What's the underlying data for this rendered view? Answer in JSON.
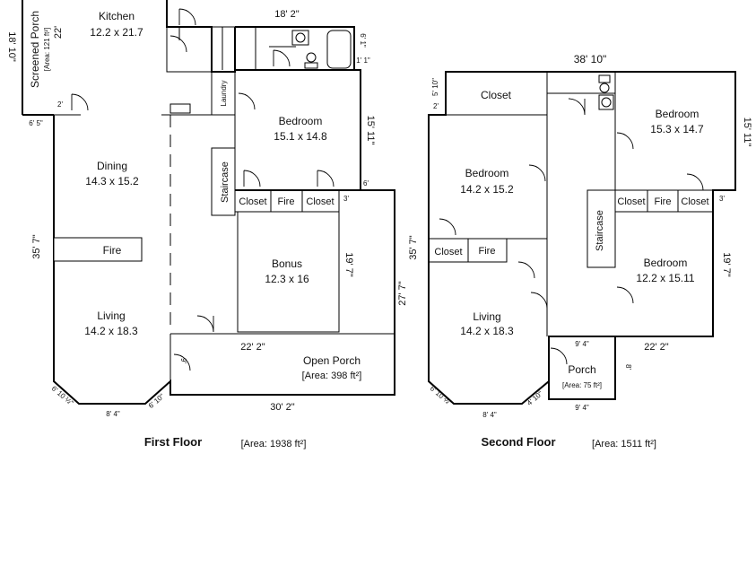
{
  "first_floor": {
    "caption": "First Floor",
    "area": "[Area: 1938 ft²]",
    "rooms": {
      "kitchen": {
        "name": "Kitchen",
        "size": "12.2 x 21.7"
      },
      "bedroom": {
        "name": "Bedroom",
        "size": "15.1 x 14.8"
      },
      "dining": {
        "name": "Dining",
        "size": "14.3 x 15.2"
      },
      "bonus": {
        "name": "Bonus",
        "size": "12.3 x 16"
      },
      "living": {
        "name": "Living",
        "size": "14.2 x 18.3"
      },
      "fire": "Fire",
      "fire2": "Fire",
      "closet_a": "Closet",
      "closet_b": "Closet",
      "staircase": "Staircase",
      "laundry": "Laundry"
    },
    "screened_porch": {
      "name": "Screened Porch",
      "area": "[Area: 121 ft²]"
    },
    "open_porch": {
      "name": "Open Porch",
      "area": "[Area: 398 ft²]"
    },
    "dims": {
      "top": "18' 2\"",
      "d_22": "22'",
      "d_18_10": "18' 10\"",
      "d_6_1": "6' 1\"",
      "d_1_1": "1' 1\"",
      "d_2": "2'",
      "d_6_5": "6' 5\"",
      "d_15_11": "15' 11\"",
      "d_6": "6'",
      "d_3": "3'",
      "d_35_7": "35' 7\"",
      "d_19_7": "19' 7\"",
      "d_27_7": "27' 7\"",
      "d_22_2": "22' 2\"",
      "d_9": "9'",
      "d_30_2": "30' 2\"",
      "d_6_10a": "6' 10 ½\"",
      "d_8_4": "8' 4\"",
      "d_6_10b": "6' 10\""
    }
  },
  "second_floor": {
    "caption": "Second Floor",
    "area": "[Area: 1511 ft²]",
    "rooms": {
      "closet_top": "Closet",
      "bedroom_ne": {
        "name": "Bedroom",
        "size": "15.3 x 14.7"
      },
      "bedroom_w": {
        "name": "Bedroom",
        "size": "14.2 x 15.2"
      },
      "bedroom_e": {
        "name": "Bedroom",
        "size": "12.2 x 15.11"
      },
      "living": {
        "name": "Living",
        "size": "14.2 x 18.3"
      },
      "closet_a": "Closet",
      "closet_b": "Closet",
      "closet_c": "Closet",
      "fire_a": "Fire",
      "fire_b": "Fire",
      "staircase": "Staircase"
    },
    "porch": {
      "name": "Porch",
      "area": "[Area: 75 ft²]"
    },
    "dims": {
      "top": "38' 10\"",
      "d_5_10": "5' 10\"",
      "d_2": "2'",
      "d_15_11": "15' 11\"",
      "d_3": "3'",
      "d_35_7": "35' 7\"",
      "d_19_7": "19' 7\"",
      "d_22_2": "22' 2\"",
      "d_9_4a": "9' 4\"",
      "d_8": "8'",
      "d_9_4b": "9' 4\"",
      "d_4_10": "4' 10\"",
      "d_8_4": "8' 4\"",
      "d_6_10": "6' 10 ½\""
    }
  }
}
